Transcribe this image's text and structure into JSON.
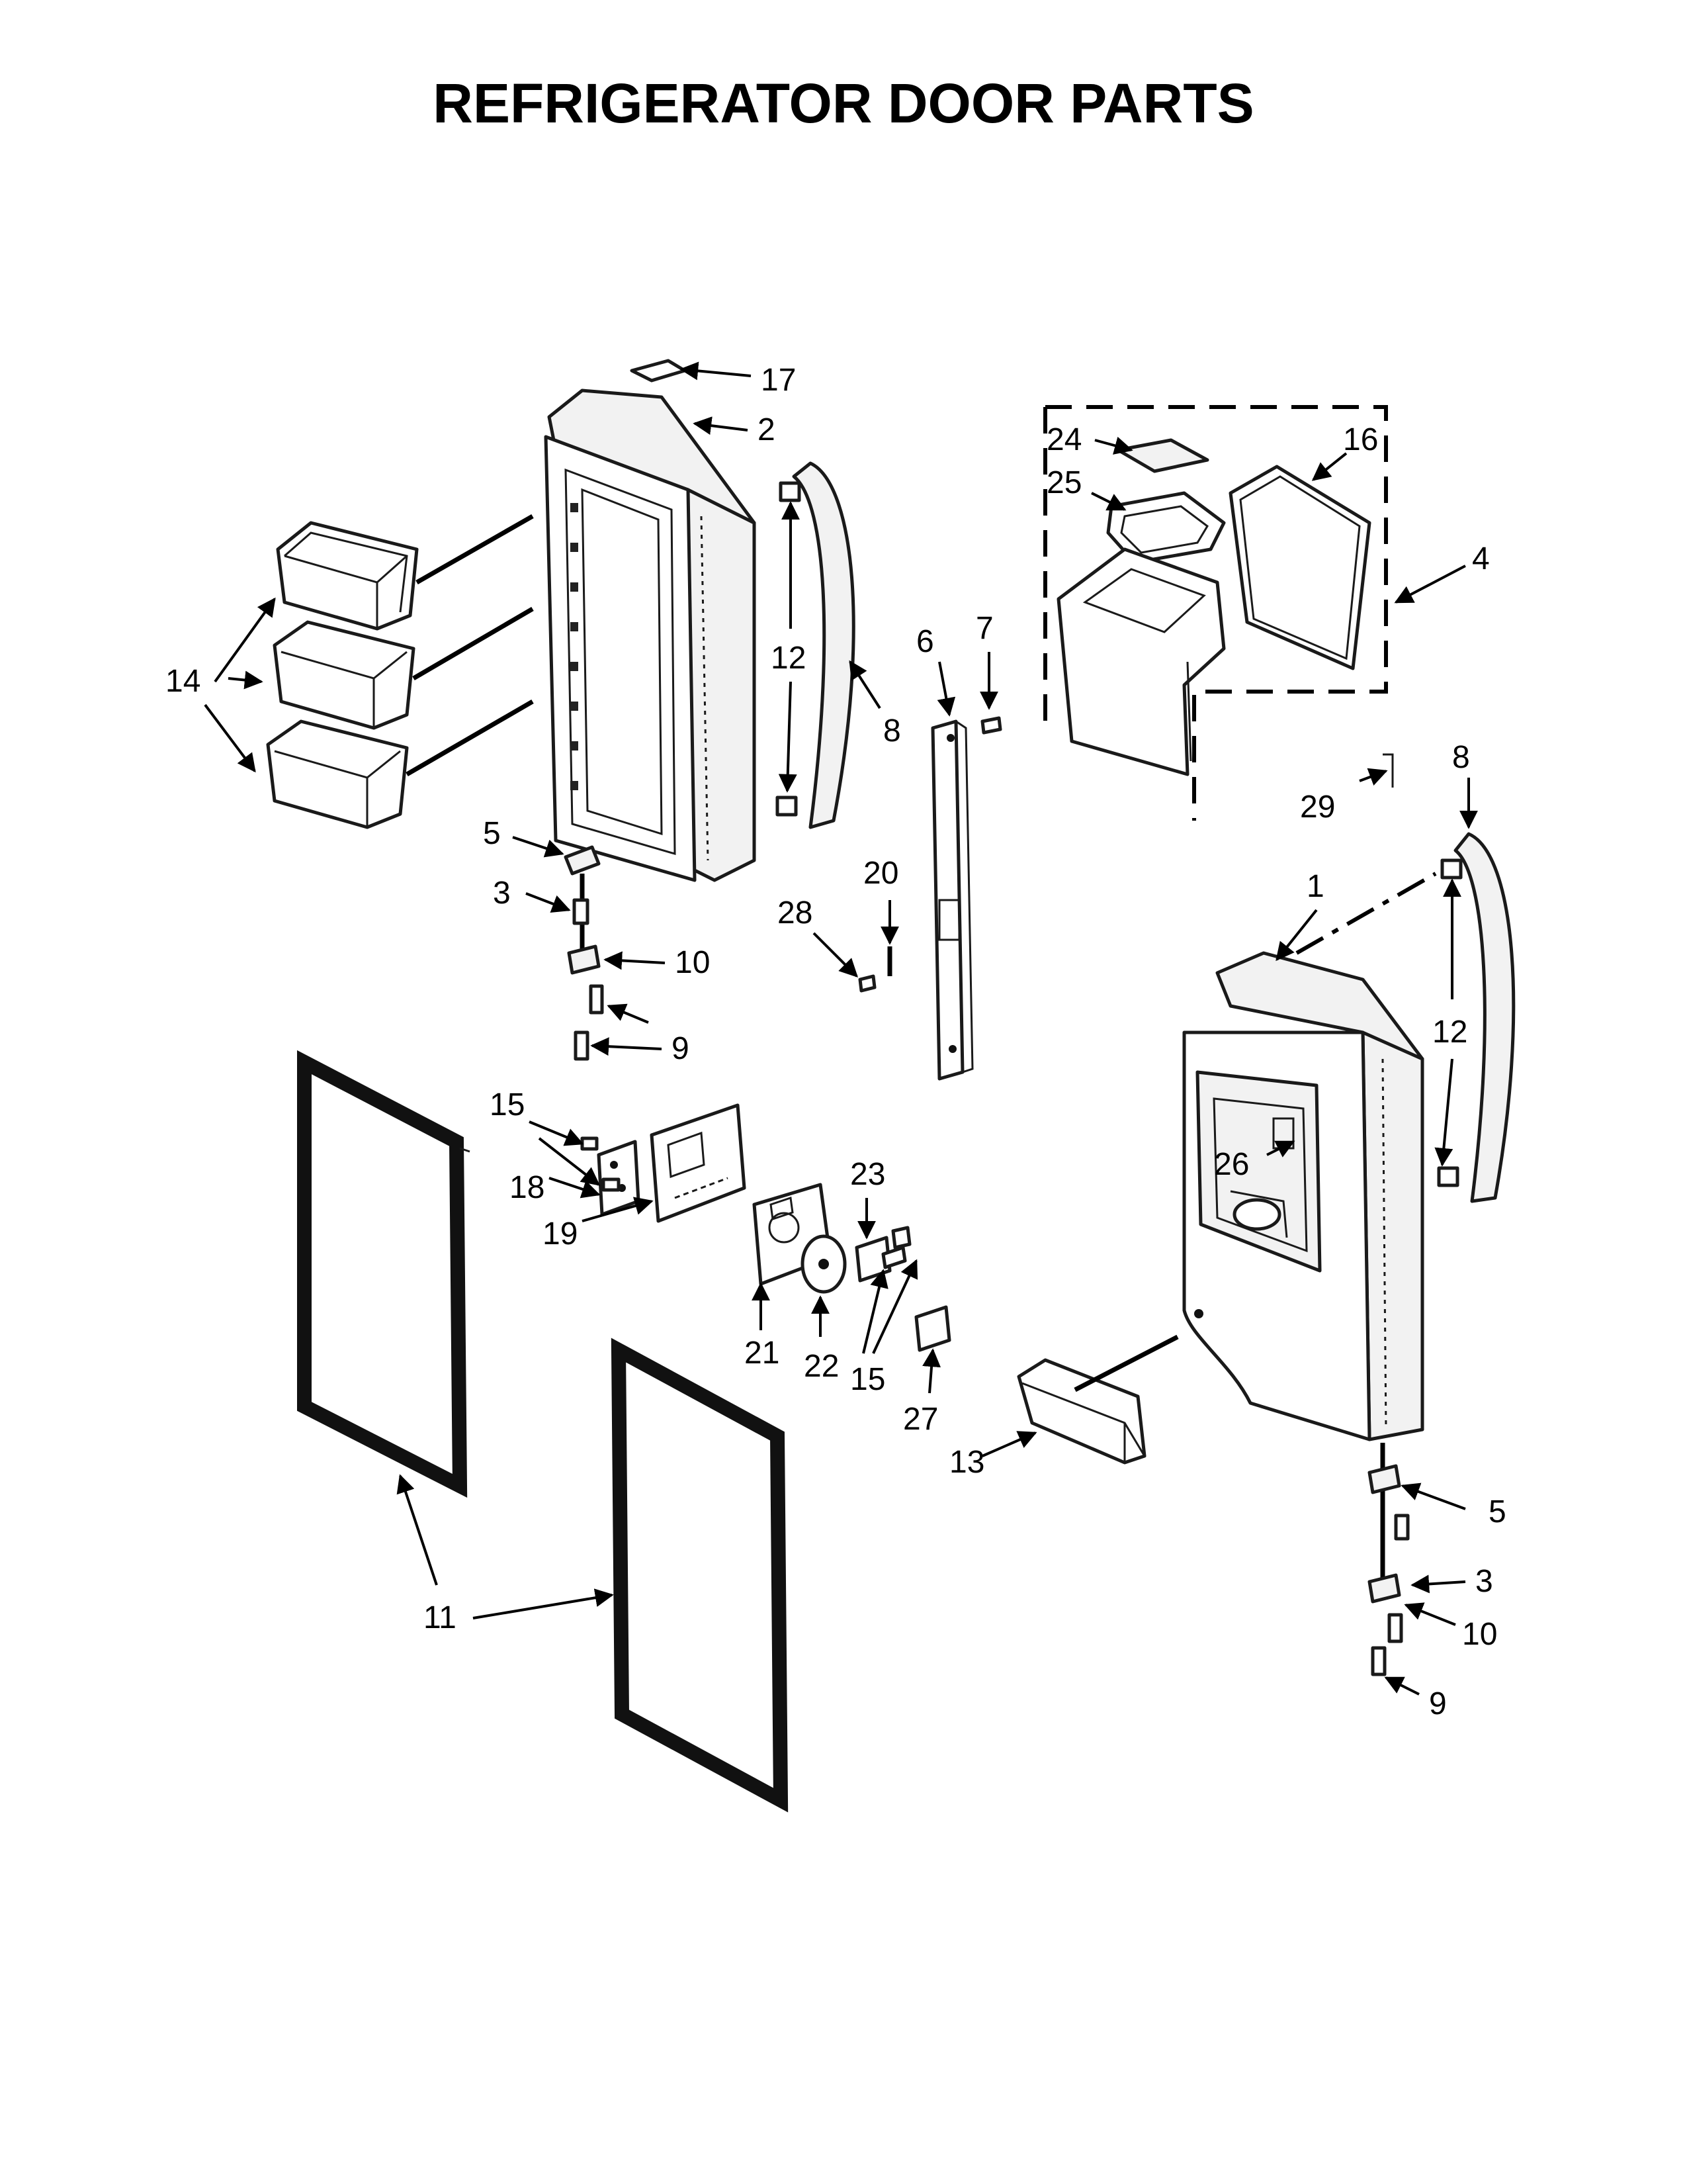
{
  "title": "REFRIGERATOR DOOR PARTS",
  "callouts": [
    {
      "id": "c17",
      "text": "17"
    },
    {
      "id": "c2",
      "text": "2"
    },
    {
      "id": "c14",
      "text": "14"
    },
    {
      "id": "c12a",
      "text": "12"
    },
    {
      "id": "c8a",
      "text": "8"
    },
    {
      "id": "c6",
      "text": "6"
    },
    {
      "id": "c7",
      "text": "7"
    },
    {
      "id": "c24",
      "text": "24"
    },
    {
      "id": "c25",
      "text": "25"
    },
    {
      "id": "c16",
      "text": "16"
    },
    {
      "id": "c4",
      "text": "4"
    },
    {
      "id": "c5a",
      "text": "5"
    },
    {
      "id": "c3a",
      "text": "3"
    },
    {
      "id": "c10a",
      "text": "10"
    },
    {
      "id": "c9a",
      "text": "9"
    },
    {
      "id": "c20",
      "text": "20"
    },
    {
      "id": "c28",
      "text": "28"
    },
    {
      "id": "c29",
      "text": "29"
    },
    {
      "id": "c8b",
      "text": "8"
    },
    {
      "id": "c1",
      "text": "1"
    },
    {
      "id": "c12b",
      "text": "12"
    },
    {
      "id": "c15a",
      "text": "15"
    },
    {
      "id": "c18",
      "text": "18"
    },
    {
      "id": "c19",
      "text": "19"
    },
    {
      "id": "c23",
      "text": "23"
    },
    {
      "id": "c26",
      "text": "26"
    },
    {
      "id": "c21",
      "text": "21"
    },
    {
      "id": "c22",
      "text": "22"
    },
    {
      "id": "c15b",
      "text": "15"
    },
    {
      "id": "c27",
      "text": "27"
    },
    {
      "id": "c13",
      "text": "13"
    },
    {
      "id": "c11",
      "text": "11"
    },
    {
      "id": "c5b",
      "text": "5"
    },
    {
      "id": "c3b",
      "text": "3"
    },
    {
      "id": "c10b",
      "text": "10"
    },
    {
      "id": "c9b",
      "text": "9"
    }
  ]
}
